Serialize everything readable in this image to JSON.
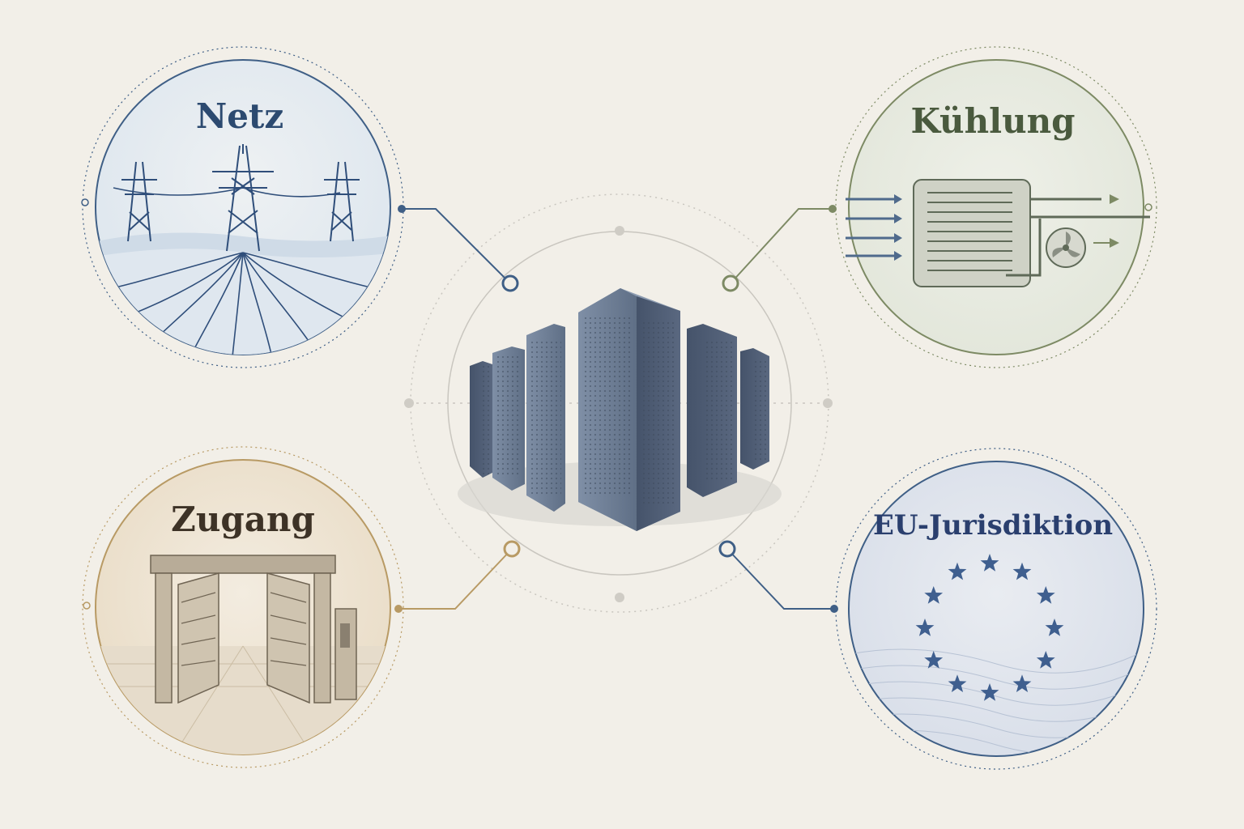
{
  "nodes": {
    "netz": {
      "label": "Netz",
      "color": "#2c4a70"
    },
    "kuehlung": {
      "label": "Kühlung",
      "color": "#4a5a3e"
    },
    "zugang": {
      "label": "Zugang",
      "color": "#3d3226"
    },
    "eu": {
      "label": "EU-Jurisdiktion",
      "color": "#2a3f6e"
    }
  },
  "center": {
    "icon": "server-racks-icon"
  },
  "colors": {
    "background": "#f2efe8",
    "connector_blue": "#3f5f86",
    "connector_green": "#7d8a64",
    "connector_gold": "#b89a64",
    "center_ring": "#c9c6bf"
  }
}
